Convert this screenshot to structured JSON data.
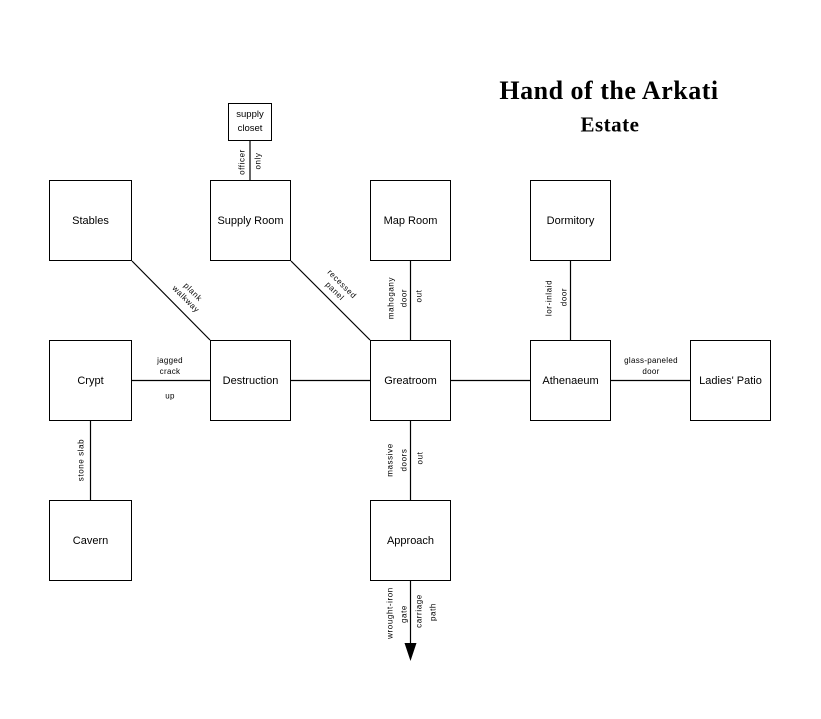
{
  "title": {
    "main": "Hand of the Arkati",
    "sub": "Estate"
  },
  "colors": {
    "background": "#ffffff",
    "line": "#000000",
    "text": "#000000"
  },
  "rooms": {
    "supply_closet": "supply closet",
    "stables": "Stables",
    "supply_room": "Supply Room",
    "map_room": "Map Room",
    "dormitory": "Dormitory",
    "crypt": "Crypt",
    "destruction": "Destruction",
    "greatroom": "Greatroom",
    "athenaeum": "Athenaeum",
    "ladies_patio": "Ladies' Patio",
    "cavern": "Cavern",
    "approach": "Approach"
  },
  "edges": {
    "closet_supply": {
      "left": "officer",
      "right": "only"
    },
    "stables_destruction": {
      "line1": "plank",
      "line2": "walkway"
    },
    "supply_greatroom": {
      "line1": "recessed",
      "line2": "panel"
    },
    "maproom_greatroom": {
      "word1": "mahogany",
      "word2": "door",
      "out": "out"
    },
    "dormitory_athenaeum": {
      "word1": "lor-inlaid",
      "word2": "door"
    },
    "crypt_destruction": {
      "line1": "jagged",
      "line2": "crack",
      "below": "up"
    },
    "athenaeum_patio": {
      "line1": "glass-paneled",
      "line2": "door"
    },
    "crypt_cavern": {
      "label": "stone slab"
    },
    "greatroom_approach": {
      "word1": "massive",
      "word2": "doors",
      "out": "out"
    },
    "approach_exit": {
      "left1": "wrought-iron",
      "left2": "gate",
      "right1": "carriage",
      "right2": "path"
    }
  }
}
